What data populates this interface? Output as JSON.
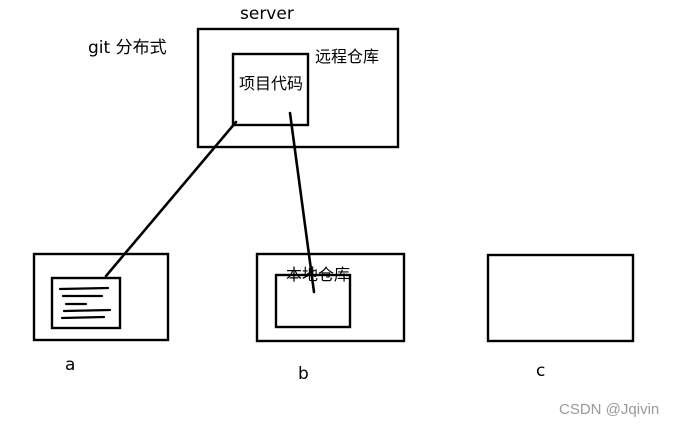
{
  "diagram": {
    "title": "git 分布式",
    "server": {
      "label": "server",
      "remote_repo_label": "远程仓库",
      "project_code_label": "项目代码"
    },
    "nodes": {
      "a": {
        "label": "a"
      },
      "b": {
        "label": "b",
        "local_repo_label": "本地仓库"
      },
      "c": {
        "label": "c"
      }
    },
    "watermark": "CSDN @Jqivin"
  }
}
